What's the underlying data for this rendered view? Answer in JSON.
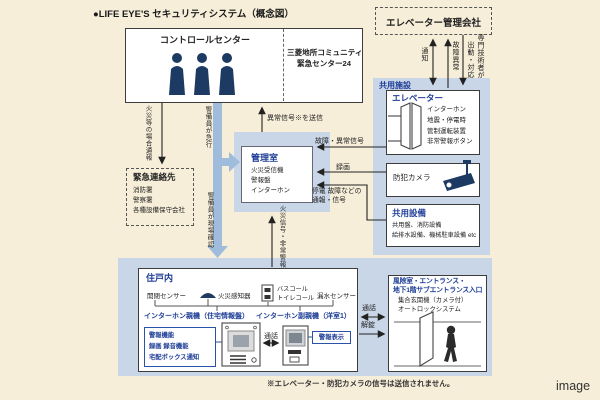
{
  "colors": {
    "background": "#f7eed9",
    "panel": "#c9d6e7",
    "accent": "#1e3d96",
    "thick_arrow": "#a0bcdc",
    "icon_navy": "#1d3a63"
  },
  "title": "●LIFE EYE'S セキュリティシステム（概念図）",
  "control_center": {
    "label": "コントロールセンター",
    "center_line1": "三菱地所コミュニティ",
    "center_line2": "緊急センター24"
  },
  "elevator_company": {
    "label": "エレベーター管理会社",
    "notify": "通知",
    "fault": "故障異常",
    "dispatch_prefix": "専門技術者が",
    "dispatch_suffix": "出動・対応"
  },
  "shared_facility": {
    "label": "共用施設",
    "elevator": {
      "title": "エレベーター",
      "items": [
        "インターホン",
        "地震・停電時",
        "管制運転装置",
        "非常警報ボタン"
      ]
    },
    "camera": {
      "label": "防犯カメラ"
    },
    "equipment": {
      "title": "共用設備",
      "lines": [
        "共用盤、消防設備",
        "給排水設備、機械駐車設備 etc"
      ]
    }
  },
  "office": {
    "title": "管理室",
    "items": [
      "火災受信機",
      "警報盤",
      "インターホン"
    ]
  },
  "emergency_contacts": {
    "title": "緊急連絡先",
    "items": [
      "消防署",
      "警察署",
      "各種設備保守会社"
    ]
  },
  "flows": {
    "fire_case_report": "火災等の場合通報",
    "guard_rush": "警備員が急行",
    "guard_onsite": "警備員が現場確認",
    "send_abnormal": "異常信号※を送信",
    "fault_abnormal": "故障・異常信号",
    "recording": "録画",
    "outage_line1": "停電 故障などの",
    "outage_line2": "通報・信号",
    "fire_alarm_signal": "火災信号・非常警報",
    "call_units": "通話",
    "call_entrance": "通話",
    "unlock": "解錠"
  },
  "dwelling": {
    "title": "住戸内",
    "sensors": {
      "open_close": "開閉センサー",
      "fire": "火災感知器",
      "bath": "バスコール",
      "toilet": "トイレコール",
      "leak": "漏水センサー"
    },
    "main_unit": {
      "label": "インターホン親機（住宅情報盤）",
      "features": [
        "警報機能",
        "録画 録音機能",
        "宅配ボックス通知"
      ]
    },
    "sub_unit": {
      "label": "インターホン副親機（洋室1）",
      "alarm_display": "警報表示"
    }
  },
  "entrance": {
    "title_line1": "風除室・エントランス・",
    "title_line2": "地下1階サブエントランス入口",
    "lines": [
      "集合玄関機（カメラ付）",
      "オートロックシステム"
    ]
  },
  "footnote": "※エレベーター・防犯カメラの信号は送信されません。",
  "watermark": "image"
}
